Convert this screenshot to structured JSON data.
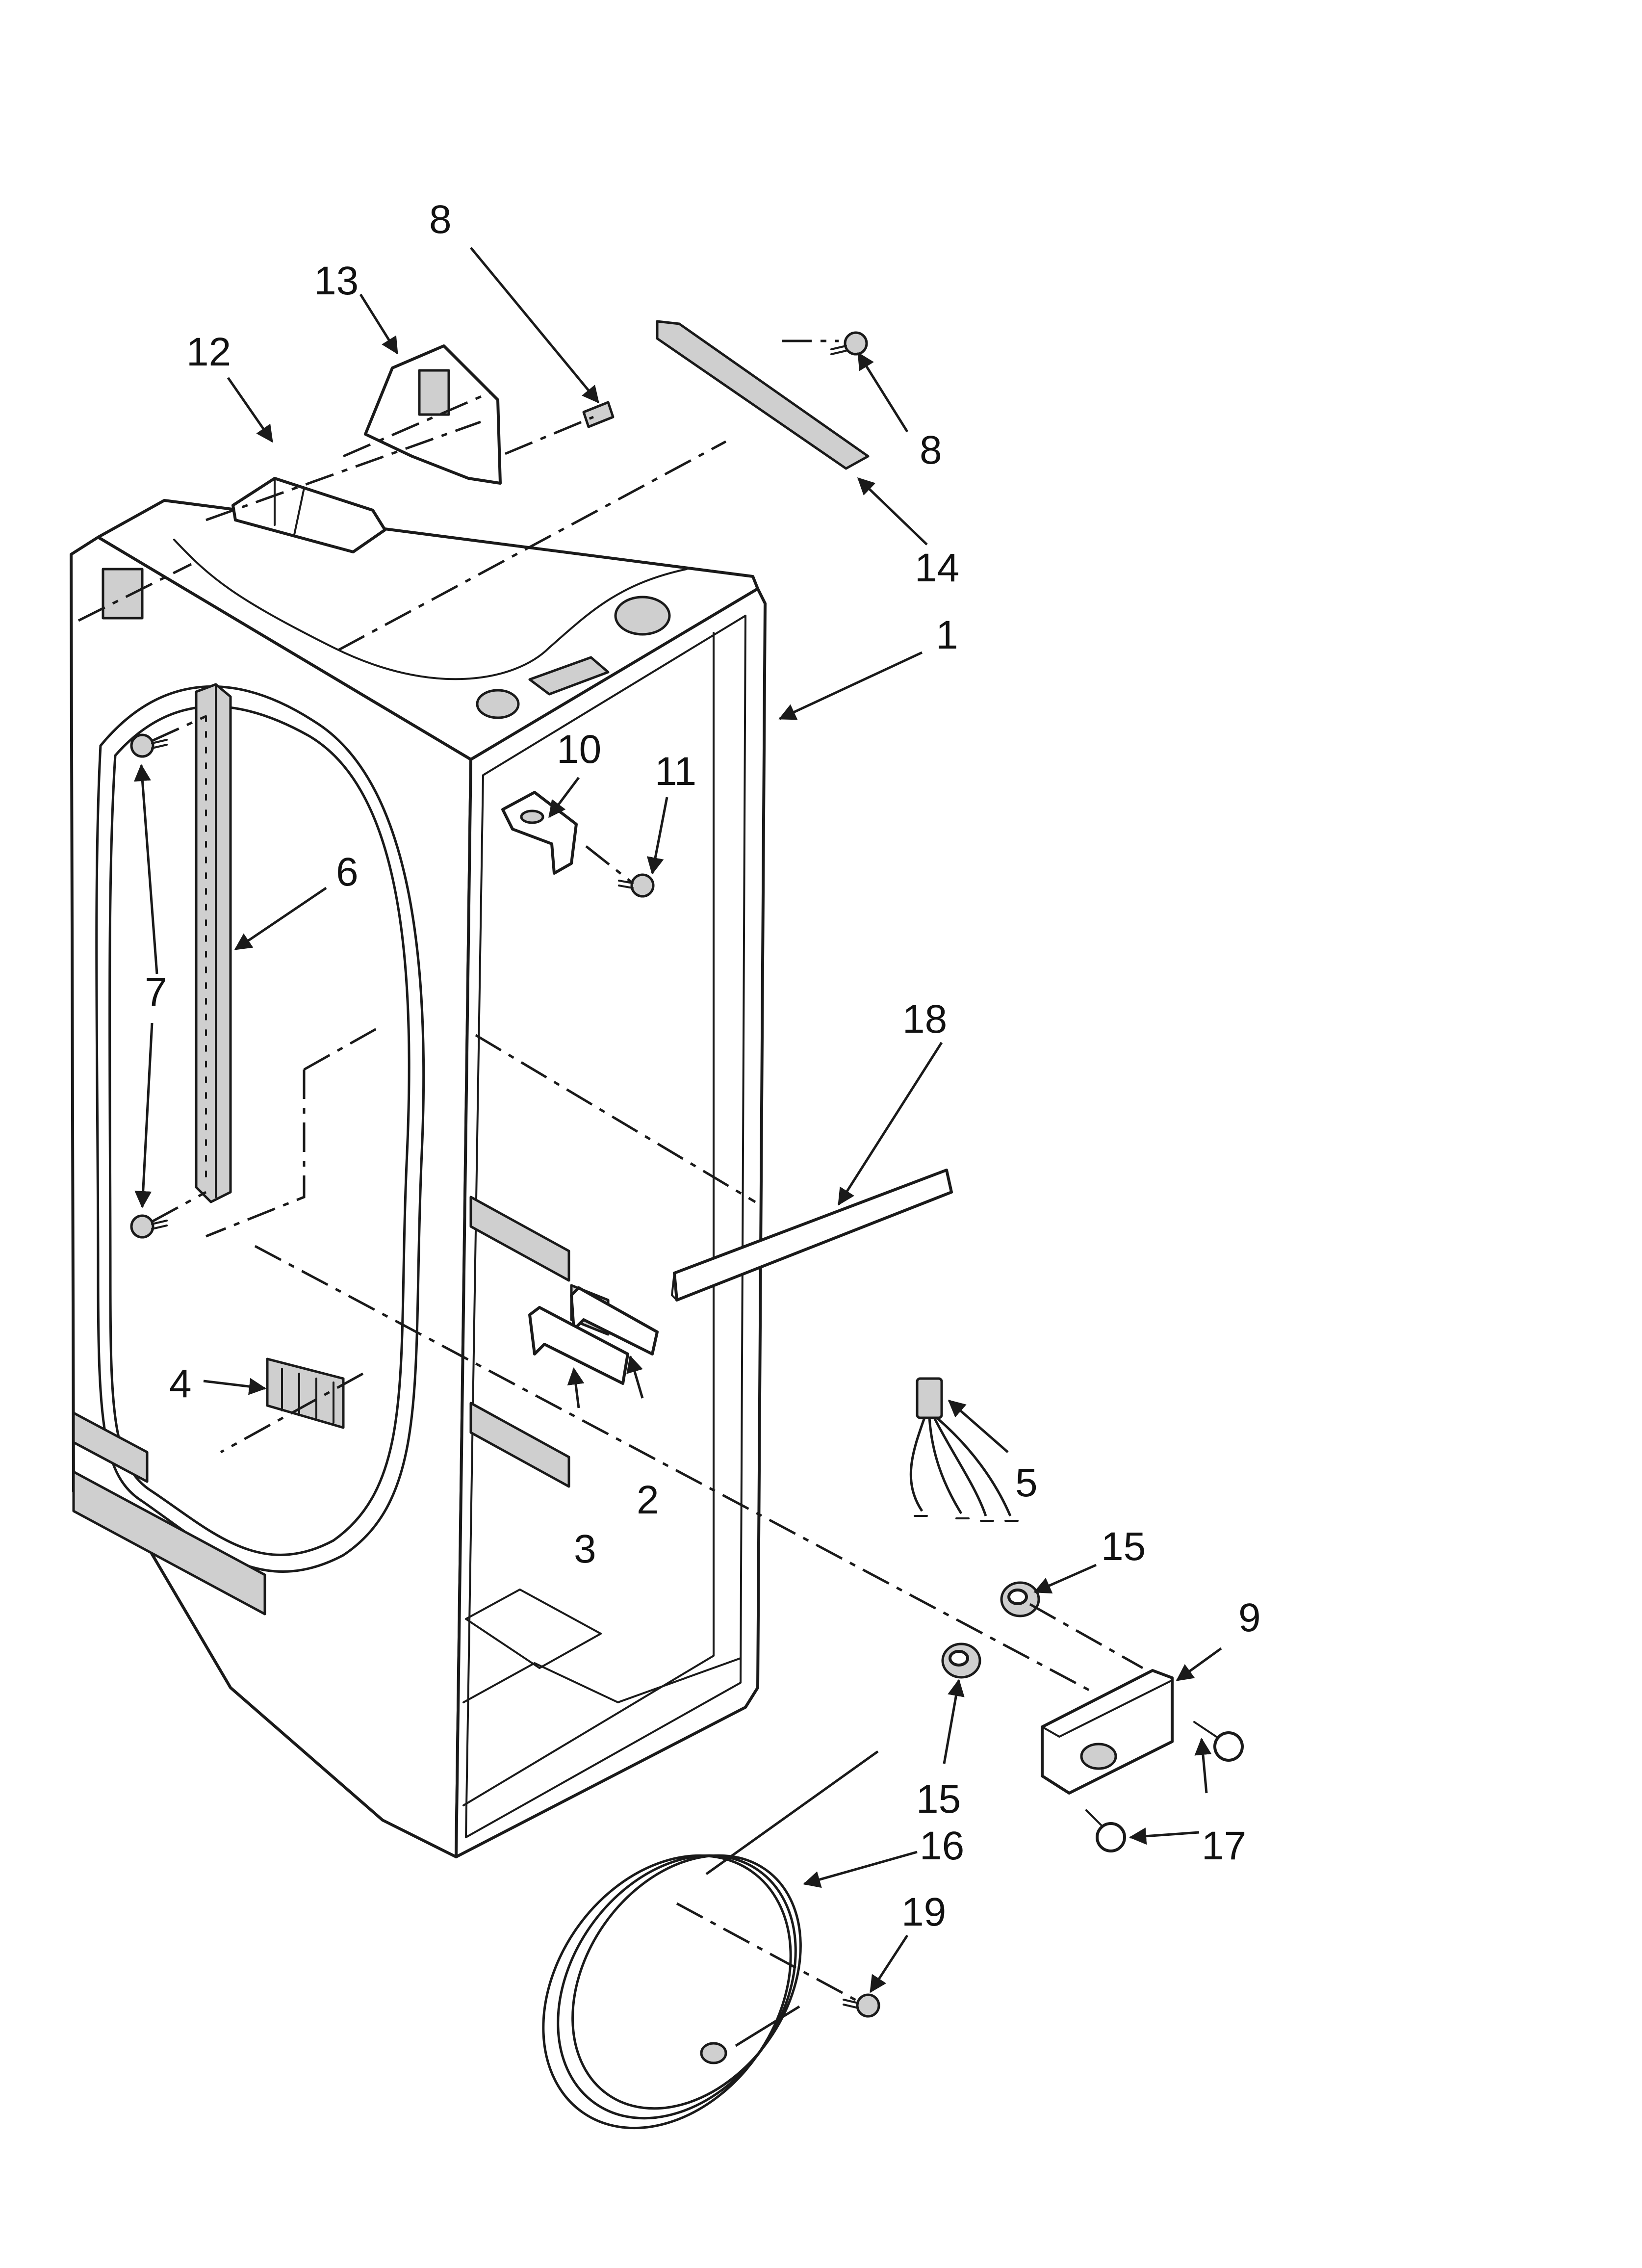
{
  "callouts": {
    "c1": "1",
    "c2": "2",
    "c3": "3",
    "c4": "4",
    "c5": "5",
    "c6": "6",
    "c7": "7",
    "c8a": "8",
    "c8b": "8",
    "c9": "9",
    "c10": "10",
    "c11": "11",
    "c12": "12",
    "c13": "13",
    "c14": "14",
    "c15a": "15",
    "c15b": "15",
    "c16": "16",
    "c17": "17",
    "c18": "18",
    "c19": "19"
  }
}
